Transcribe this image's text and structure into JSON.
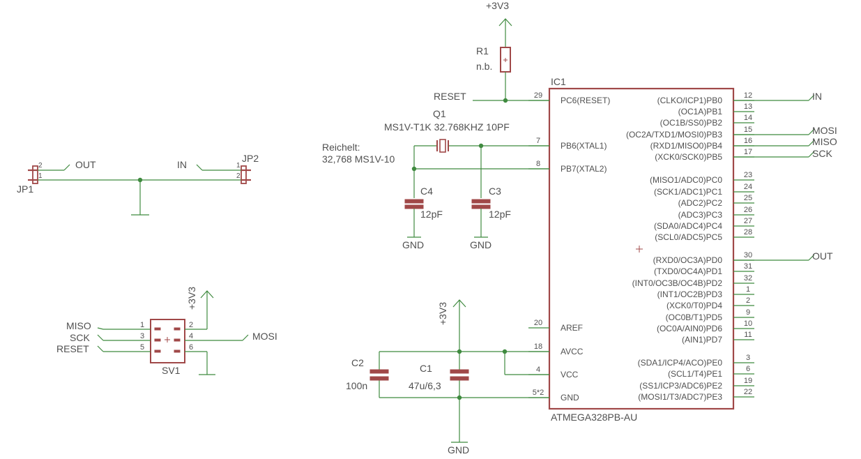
{
  "colors": {
    "wire": "#3f8a3f",
    "symbol": "#a04848",
    "text": "#505050",
    "background": "#ffffff"
  },
  "ic": {
    "name": "IC1",
    "value": "ATMEGA328PB-AU",
    "left_pins": [
      {
        "num": "29",
        "label": "PC6(RESET)"
      },
      {
        "num": "7",
        "label": "PB6(XTAL1)"
      },
      {
        "num": "8",
        "label": "PB7(XTAL2)"
      },
      {
        "num": "20",
        "label": "AREF"
      },
      {
        "num": "18",
        "label": "AVCC"
      },
      {
        "num": "4",
        "label": "VCC"
      },
      {
        "num": "5*2",
        "label": "GND"
      }
    ],
    "right_pins": [
      {
        "num": "12",
        "label": "(CLKO/ICP1)PB0"
      },
      {
        "num": "13",
        "label": "(OC1A)PB1"
      },
      {
        "num": "14",
        "label": "(OC1B/SS0)PB2"
      },
      {
        "num": "15",
        "label": "(OC2A/TXD1/MOSI0)PB3"
      },
      {
        "num": "16",
        "label": "(RXD1/MISO0)PB4"
      },
      {
        "num": "17",
        "label": "(XCK0/SCK0)PB5"
      },
      {
        "num": "23",
        "label": "(MISO1/ADC0)PC0"
      },
      {
        "num": "24",
        "label": "(SCK1/ADC1)PC1"
      },
      {
        "num": "25",
        "label": "(ADC2)PC2"
      },
      {
        "num": "26",
        "label": "(ADC3)PC3"
      },
      {
        "num": "27",
        "label": "(SDA0/ADC4)PC4"
      },
      {
        "num": "28",
        "label": "(SCL0/ADC5)PC5"
      },
      {
        "num": "30",
        "label": "(RXD0/OC3A)PD0"
      },
      {
        "num": "31",
        "label": "(TXD0/OC4A)PD1"
      },
      {
        "num": "32",
        "label": "(INT0/OC3B/OC4B)PD2"
      },
      {
        "num": "1",
        "label": "(INT1/OC2B)PD3"
      },
      {
        "num": "2",
        "label": "(XCK0/T0)PD4"
      },
      {
        "num": "9",
        "label": "(OC0B/T1)PD5"
      },
      {
        "num": "10",
        "label": "(OC0A/AIN0)PD6"
      },
      {
        "num": "11",
        "label": "(AIN1)PD7"
      },
      {
        "num": "3",
        "label": "(SDA1/ICP4/ACO)PE0"
      },
      {
        "num": "6",
        "label": "(SCL1/T4)PE1"
      },
      {
        "num": "19",
        "label": "(SS1/ICP3/ADC6)PE2"
      },
      {
        "num": "22",
        "label": "(MOSI1/T3/ADC7)PE3"
      }
    ]
  },
  "nets": {
    "vcc": "+3V3",
    "gnd": "GND",
    "reset": "RESET",
    "in": "IN",
    "out": "OUT",
    "mosi": "MOSI",
    "miso": "MISO",
    "sck": "SCK"
  },
  "r1": {
    "name": "R1",
    "value": "n.b."
  },
  "q1": {
    "name": "Q1",
    "value": "MS1V-T1K 32.768KHZ 10PF",
    "note_line1": "Reichelt:",
    "note_line2": "32,768 MS1V-10"
  },
  "c4": {
    "name": "C4",
    "value": "12pF"
  },
  "c3": {
    "name": "C3",
    "value": "12pF"
  },
  "c2": {
    "name": "C2",
    "value": "100n"
  },
  "c1": {
    "name": "C1",
    "value": "47u/6,3"
  },
  "jp1": {
    "name": "JP1",
    "pin_a": "2",
    "pin_b": "1"
  },
  "jp2": {
    "name": "JP2",
    "pin_a": "1",
    "pin_b": "2"
  },
  "sv1": {
    "name": "SV1",
    "pins_left": [
      "1",
      "3",
      "5"
    ],
    "pins_right": [
      "2",
      "4",
      "6"
    ]
  }
}
